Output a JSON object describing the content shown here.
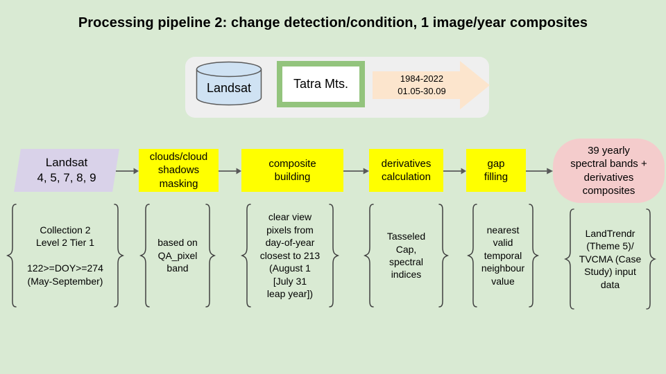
{
  "slide": {
    "title": "Processing pipeline 2: change detection/condition, 1 image/year composites"
  },
  "header": {
    "database": "Landsat",
    "study_area": "Tatra Mts.",
    "period": "1984-2022\n01.05-30.09"
  },
  "flow": {
    "input_label": "Landsat\n4, 5, 7, 8, 9",
    "input_note": "Collection 2\nLevel 2 Tier 1\n\n122>=DOY>=274\n(May-September)",
    "steps": [
      {
        "label": "clouds/cloud\nshadows\nmasking",
        "note": "based on\nQA_pixel\nband"
      },
      {
        "label": "composite\nbuilding",
        "note": "clear view\npixels from\nday-of-year\nclosest to 213\n(August 1\n[July 31\nleap year])"
      },
      {
        "label": "derivatives\ncalculation",
        "note": "Tasseled\nCap,\nspectral\nindices"
      },
      {
        "label": "gap\nfilling",
        "note": "nearest\nvalid\ntemporal\nneighbour\nvalue"
      }
    ],
    "output_label": "39 yearly\nspectral bands +\nderivatives\ncomposites",
    "output_note": "LandTrendr\n(Theme 5)/\nTVCMA (Case\nStudy) input\ndata"
  },
  "icons": {
    "database": "database-cylinder-icon",
    "period": "period-arrow-icon",
    "connector": "flow-arrow-icon",
    "braces": [
      "left-brace-icon",
      "right-brace-icon"
    ]
  },
  "colors": {
    "background": "#d9ead3",
    "panel_gray": "#efefef",
    "cylinder_blue": "#cfe2f3",
    "area_border_green": "#93c47d",
    "period_arrow_peach": "#fce5cd",
    "input_purple": "#d9d2e9",
    "step_yellow": "#ffff00",
    "output_pink": "#f4cccc",
    "connector_gray": "#595959",
    "text_black": "#000000"
  }
}
